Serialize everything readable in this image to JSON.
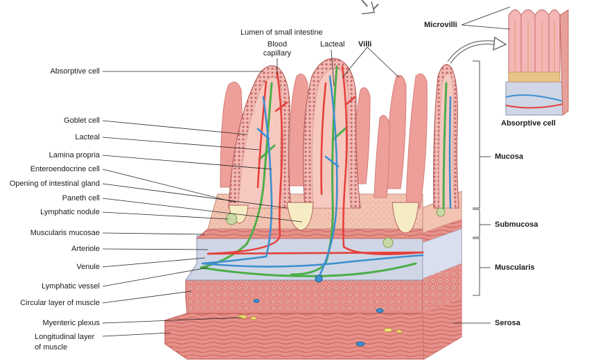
{
  "left_labels": [
    "Absorptive cell",
    "Goblet cell",
    "Lacteal",
    "Lamina propria",
    "Enteroendocrine cell",
    "Opening of intestinal gland",
    "Paneth cell",
    "Lymphatic nodule",
    "Muscularis mucosae",
    "Arteriole",
    "Venule",
    "Lymphatic vessel",
    "Circular layer of muscle",
    "Myenteric plexus",
    "Longitudinal layer",
    "of muscle"
  ],
  "top_labels": {
    "lumen": "Lumen of small intestine",
    "blood_capillary_1": "Blood",
    "blood_capillary_2": "capillary",
    "lacteal": "Lacteal",
    "villi": "Villi",
    "microvilli": "Microvilli"
  },
  "right_labels": {
    "absorptive_cell_inset": "Absorptive cell",
    "mucosa": "Mucosa",
    "submucosa": "Submucosa",
    "muscularis": "Muscularis",
    "serosa": "Serosa"
  },
  "colors": {
    "tissue_pink": "#efaaa5",
    "villus_light": "#f6c8c0",
    "muscle_red": "#dc7a72",
    "submucosa_blue": "#cfd6e6",
    "artery": "#e5403b",
    "vein": "#3d8fd0",
    "lymph": "#4cae48",
    "gland_cream": "#f6ecc4",
    "line": "#222222"
  }
}
